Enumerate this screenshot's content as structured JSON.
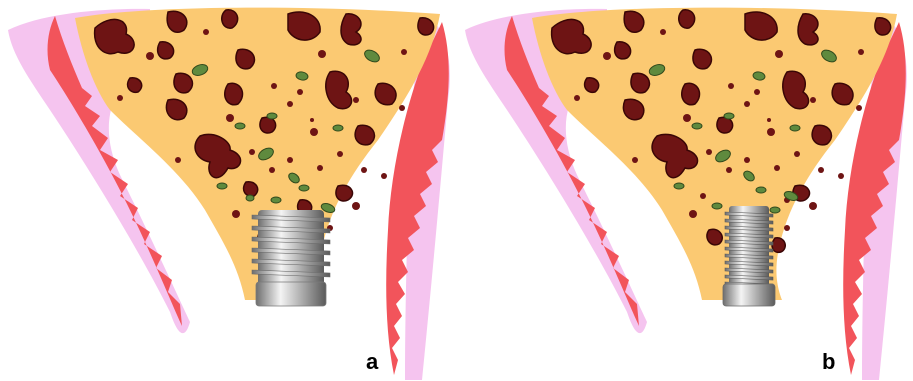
{
  "figure": {
    "panels": [
      {
        "label": "a",
        "implant": "wide-short"
      },
      {
        "label": "b",
        "implant": "narrow-long"
      }
    ]
  },
  "colors": {
    "soft_tissue": "#f5c4ef",
    "periosteum": "#f2545b",
    "bone": "#fbc972",
    "marrow_space": "#6e1414",
    "marrow_space_rim": "#3a0606",
    "vessel": "#5f8a3e",
    "vessel_rim": "#324a1c",
    "implant_metal": "#b9b9b9"
  }
}
